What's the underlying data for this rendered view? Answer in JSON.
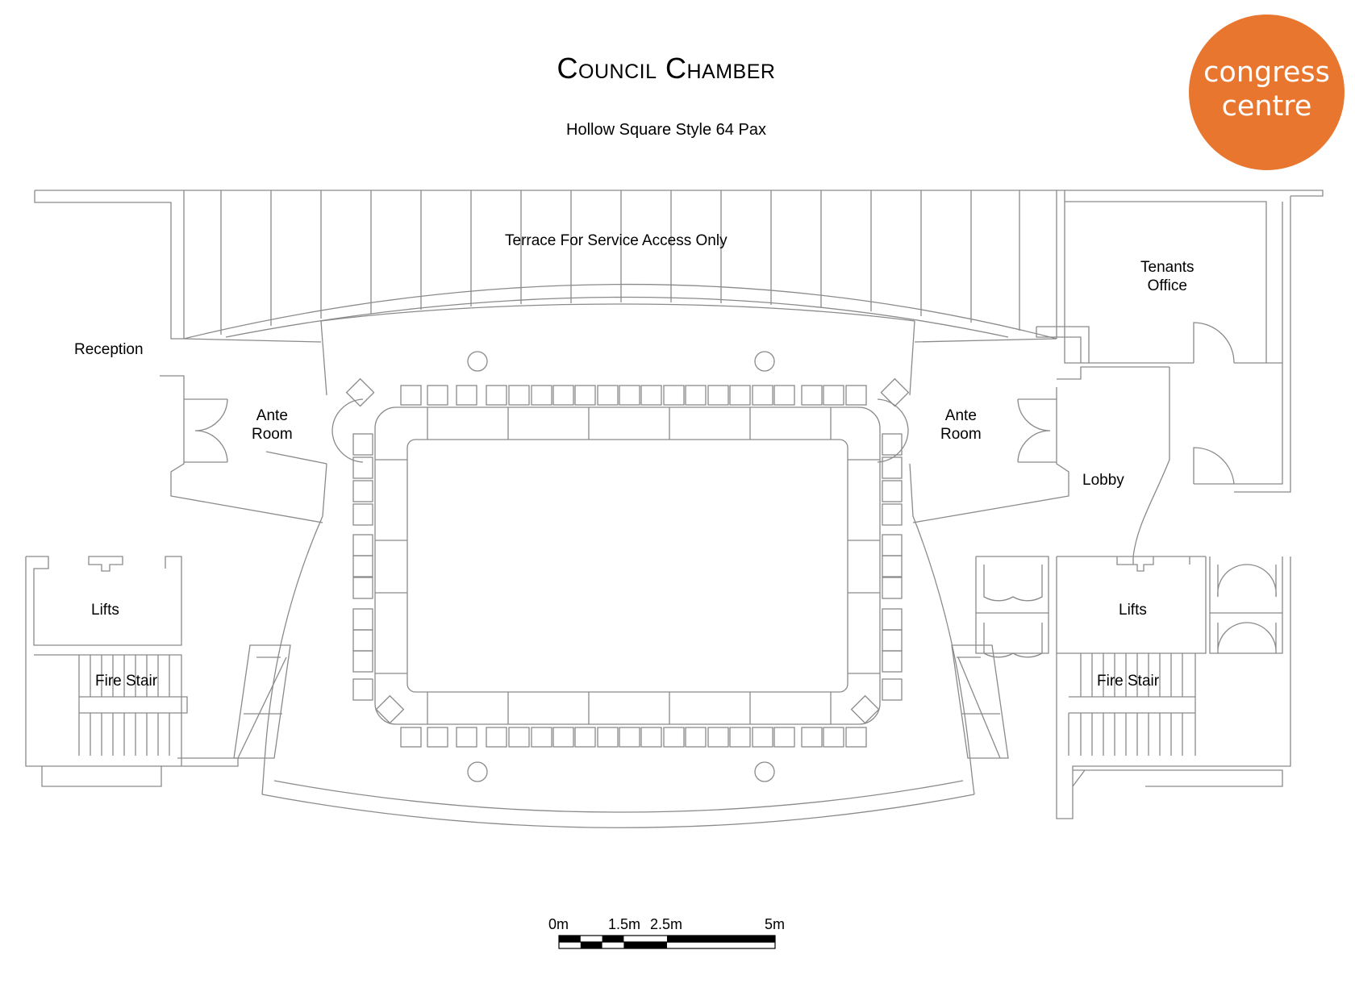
{
  "header": {
    "title": "Council Chamber",
    "subtitle": "Hollow Square Style 64 Pax"
  },
  "logo": {
    "line1": "congress",
    "line2": "centre",
    "color": "#e8762f"
  },
  "rooms": {
    "terrace": "Terrace For Service Access Only",
    "reception": "Reception",
    "ante_left_1": "Ante",
    "ante_left_2": "Room",
    "ante_right_1": "Ante",
    "ante_right_2": "Room",
    "tenants_1": "Tenants",
    "tenants_2": "Office",
    "lobby": "Lobby",
    "lifts_left": "Lifts",
    "lifts_right": "Lifts",
    "fire_stair_left": "Fire Stair",
    "fire_stair_right": "Fire Stair"
  },
  "scale_bar": {
    "labels": [
      "0m",
      "1.5m",
      "2.5m",
      "5m"
    ]
  },
  "colors": {
    "line": "#8a8a8a",
    "accent": "#e8762f"
  }
}
